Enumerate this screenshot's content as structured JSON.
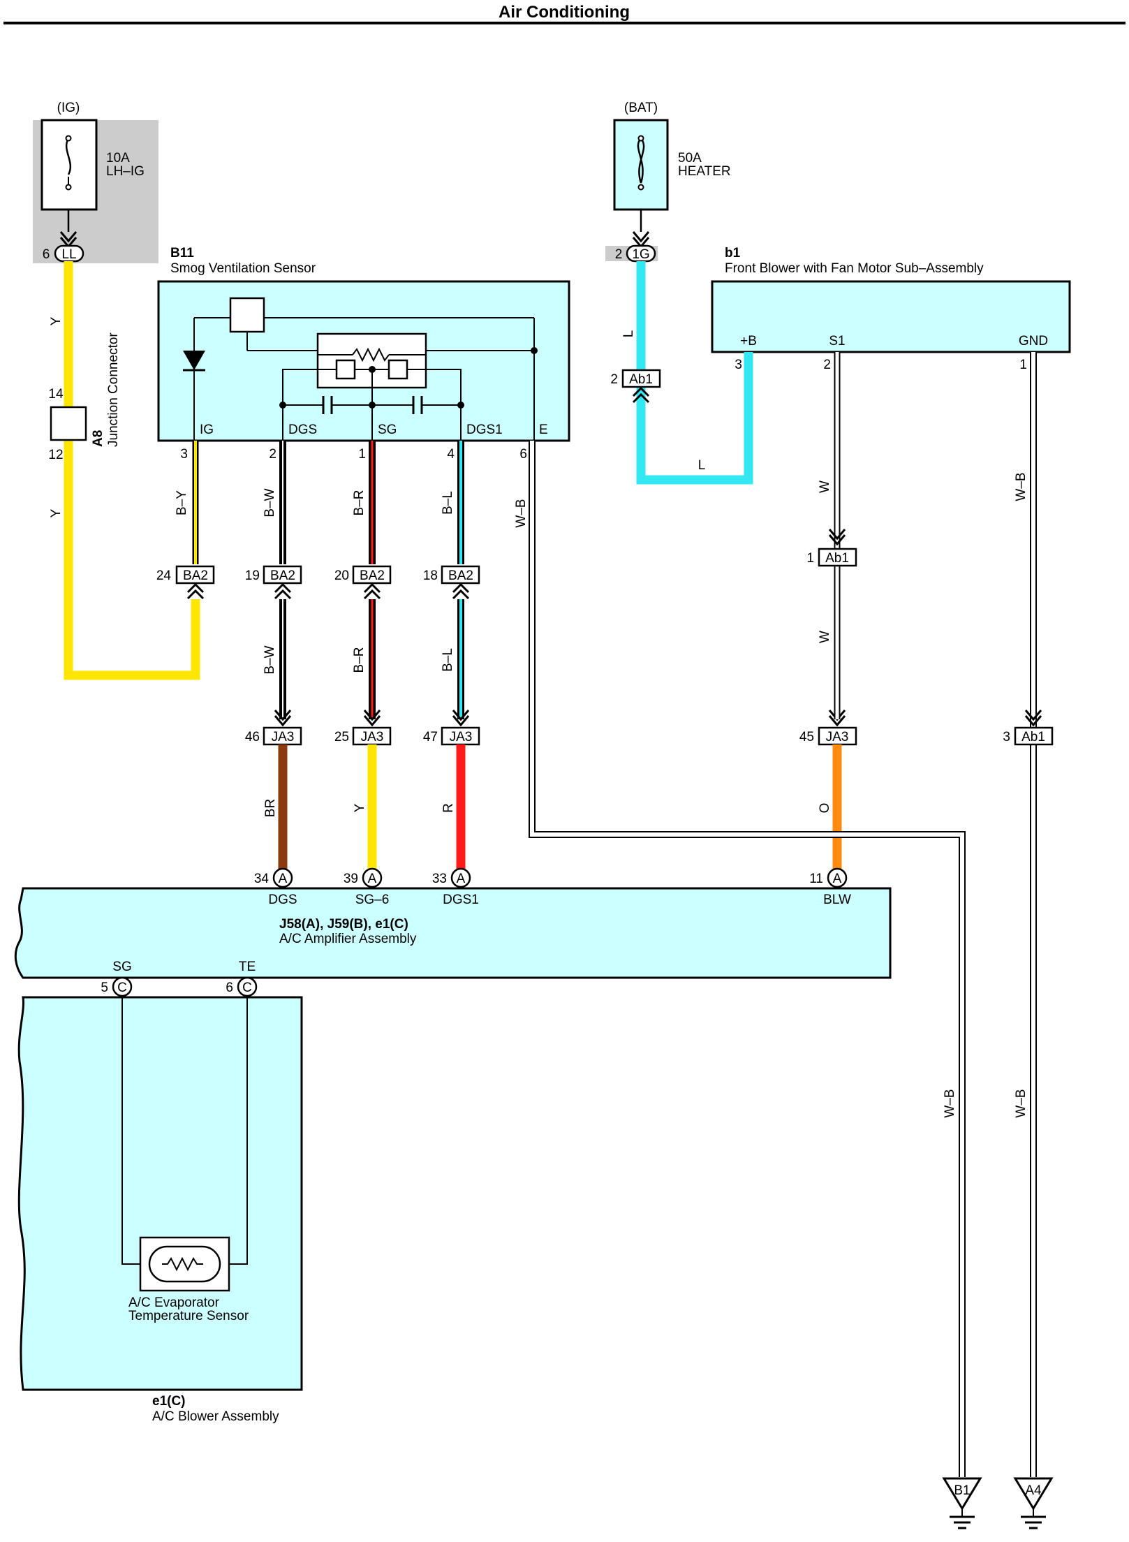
{
  "title": "Air Conditioning",
  "colors": {
    "yellow": "#FFE600",
    "cyan": "#33E8F2",
    "brown": "#8B3A0E",
    "red": "#FF1A1A",
    "orange": "#FF8C10",
    "component_fill": "#CCFFFF",
    "fuse_bg": "#CCCCCC"
  },
  "fuses": {
    "ig": {
      "source": "(IG)",
      "rating": "10A",
      "name": "LH–IG",
      "pin": "6",
      "connector": "LL"
    },
    "bat": {
      "source": "(BAT)",
      "rating": "50A",
      "name": "HEATER",
      "pin": "2",
      "connector": "1G"
    }
  },
  "junction": {
    "code": "A8",
    "name": "Junction Connector",
    "pin_top": "14",
    "pin_bottom": "12"
  },
  "smog_sensor": {
    "code": "B11",
    "name": "Smog Ventilation Sensor",
    "pins": [
      {
        "label": "IG",
        "num": "3"
      },
      {
        "label": "DGS",
        "num": "2"
      },
      {
        "label": "SG",
        "num": "1"
      },
      {
        "label": "DGS1",
        "num": "4"
      },
      {
        "label": "E",
        "num": "6"
      }
    ]
  },
  "blower_motor": {
    "code": "b1",
    "name": "Front Blower with Fan Motor Sub–Assembly",
    "pins": [
      {
        "label": "+B",
        "num": "3"
      },
      {
        "label": "S1",
        "num": "2"
      },
      {
        "label": "GND",
        "num": "1"
      }
    ]
  },
  "connectors": {
    "ba2": [
      {
        "pin": "24",
        "name": "BA2"
      },
      {
        "pin": "19",
        "name": "BA2"
      },
      {
        "pin": "20",
        "name": "BA2"
      },
      {
        "pin": "18",
        "name": "BA2"
      }
    ],
    "ja3": [
      {
        "pin": "46",
        "name": "JA3"
      },
      {
        "pin": "25",
        "name": "JA3"
      },
      {
        "pin": "47",
        "name": "JA3"
      },
      {
        "pin": "45",
        "name": "JA3"
      }
    ],
    "ab1_heater": {
      "pin": "2",
      "name": "Ab1"
    },
    "ab1_s1": {
      "pin": "1",
      "name": "Ab1"
    },
    "ab1_gnd": {
      "pin": "3",
      "name": "Ab1"
    }
  },
  "wire_colors": {
    "y": "Y",
    "by": "B–Y",
    "bw": "B–W",
    "br_wire": "B–R",
    "bl": "B–L",
    "wb": "W–B",
    "l": "L",
    "w": "W",
    "br": "BR",
    "r": "R",
    "o": "O"
  },
  "amplifier": {
    "codes": "J58(A), J59(B), e1(C)",
    "name": "A/C Amplifier Assembly",
    "top_pins": [
      {
        "num": "34",
        "conn": "A",
        "label": "DGS"
      },
      {
        "num": "39",
        "conn": "A",
        "label": "SG–6"
      },
      {
        "num": "33",
        "conn": "A",
        "label": "DGS1"
      },
      {
        "num": "11",
        "conn": "A",
        "label": "BLW"
      }
    ],
    "bottom_pins": [
      {
        "num": "5",
        "conn": "C",
        "label": "SG"
      },
      {
        "num": "6",
        "conn": "C",
        "label": "TE"
      }
    ]
  },
  "blower_assembly": {
    "code": "e1(C)",
    "name": "A/C Blower Assembly",
    "sensor_line1": "A/C Evaporator",
    "sensor_line2": "Temperature Sensor"
  },
  "grounds": [
    {
      "name": "B1"
    },
    {
      "name": "A4"
    }
  ]
}
